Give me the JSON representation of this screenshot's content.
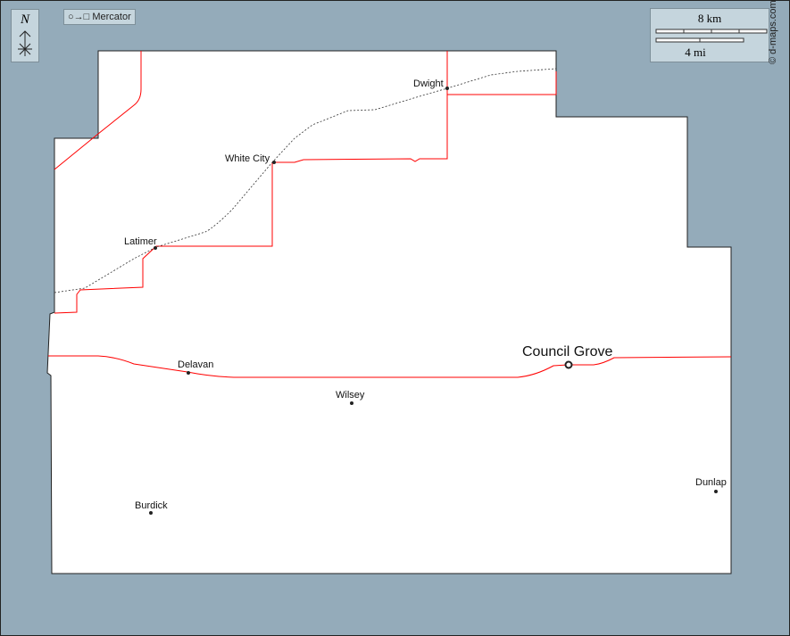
{
  "projection": {
    "icon": "circle-to-square-icon",
    "label": "Mercator"
  },
  "north_arrow": {
    "label": "N"
  },
  "scale_bar": {
    "km_label": "8 km",
    "mi_label": "4 mi"
  },
  "credit": "© d-maps.com",
  "colors": {
    "background": "#94abba",
    "land": "#ffffff",
    "road": "#ff0000",
    "railway": "#333333"
  },
  "places": {
    "dwight": "Dwight",
    "white_city": "White City",
    "latimer": "Latimer",
    "delavan": "Delavan",
    "council_grove": "Council Grove",
    "wilsey": "Wilsey",
    "dunlap": "Dunlap",
    "burdick": "Burdick"
  }
}
